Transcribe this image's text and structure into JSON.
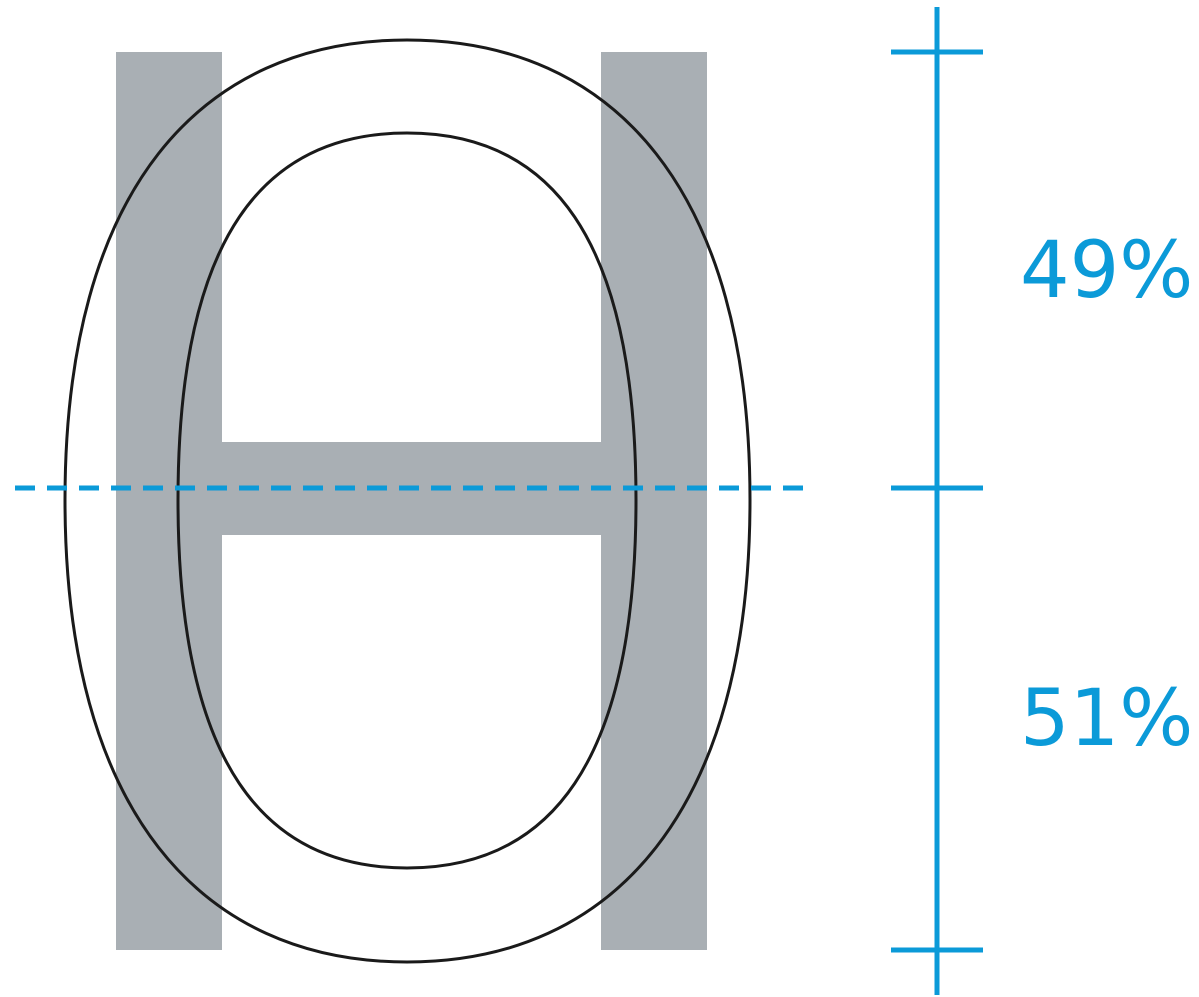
{
  "colors": {
    "accent_blue": "#0b9ad8",
    "h_glyph_gray": "#a9afb4",
    "outline_black": "#1a1a1a",
    "background": "#ffffff"
  },
  "proportions": {
    "upper_label": "49%",
    "lower_label": "51%",
    "upper_percent": 49,
    "lower_percent": 51
  },
  "glyphs": {
    "background_glyph": "H",
    "outline_glyph": "O"
  }
}
